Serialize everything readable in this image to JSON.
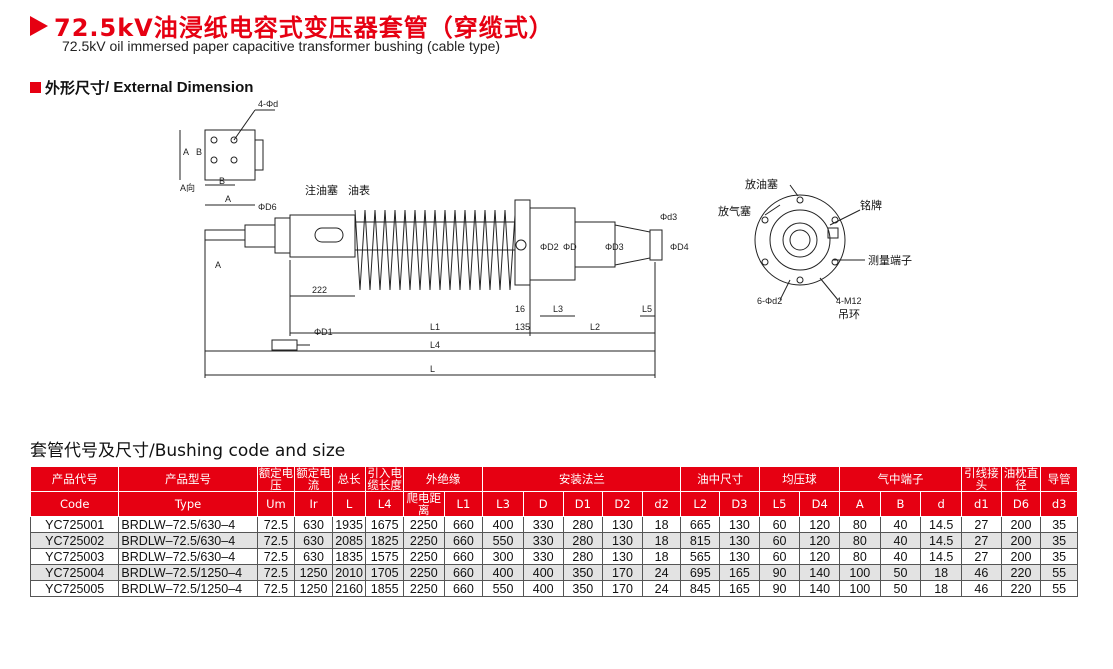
{
  "title": {
    "cn": "72.5kV油浸纸电容式变压器套管（穿缆式）",
    "en": "72.5kV oil immersed paper capacitive transformer bushing (cable type)"
  },
  "section1": {
    "cn": "外形尺寸",
    "en": "/ External Dimension"
  },
  "drawing": {
    "labels": {
      "oil_plug": "注油塞",
      "oil_gauge": "油表",
      "drain_plug": "放油塞",
      "vent_plug": "放气塞",
      "nameplate": "铭牌",
      "test_tap": "测量端子",
      "lifting_ring": "吊环",
      "view_a": "A向",
      "arrow_a": "A",
      "holes": "4-Φd",
      "holes2": "6-Φd2",
      "m12": "4-M12"
    },
    "dims": {
      "A": "A",
      "B": "B",
      "D6": "ΦD6",
      "D1": "ΦD1",
      "D2": "ΦD2",
      "D": "ΦD",
      "D3": "ΦD3",
      "D4": "ΦD4",
      "d3": "Φd3",
      "d222": "222",
      "L1": "L1",
      "L2": "L2",
      "L3": "L3",
      "L4": "L4",
      "L5": "L5",
      "L": "L",
      "d16": "16",
      "d135": "135"
    }
  },
  "section2": {
    "title": "套管代号及尺寸/Bushing code and size"
  },
  "table": {
    "header_cn": {
      "code": "产品代号",
      "type": "产品型号",
      "um": "额定电压",
      "ir": "额定电流",
      "l": "总长",
      "l4": "引入电缆长度",
      "ext": "外绝缘",
      "flange": "安装法兰",
      "oil": "油中尺寸",
      "ball": "均压球",
      "air": "气中端子",
      "d1": "引线接头",
      "d6": "油枕直径",
      "d3": "导管"
    },
    "header_en": [
      "Code",
      "Type",
      "Um",
      "Ir",
      "L",
      "L4",
      "爬电距离",
      "L1",
      "L3",
      "D",
      "D1",
      "D2",
      "d2",
      "L2",
      "D3",
      "L5",
      "D4",
      "A",
      "B",
      "d",
      "d1",
      "D6",
      "d3"
    ],
    "rows": [
      [
        "YC725001",
        "BRDLW–72.5/630–4",
        "72.5",
        "630",
        "1935",
        "1675",
        "2250",
        "660",
        "400",
        "330",
        "280",
        "130",
        "18",
        "665",
        "130",
        "60",
        "120",
        "80",
        "40",
        "14.5",
        "27",
        "200",
        "35"
      ],
      [
        "YC725002",
        "BRDLW–72.5/630–4",
        "72.5",
        "630",
        "2085",
        "1825",
        "2250",
        "660",
        "550",
        "330",
        "280",
        "130",
        "18",
        "815",
        "130",
        "60",
        "120",
        "80",
        "40",
        "14.5",
        "27",
        "200",
        "35"
      ],
      [
        "YC725003",
        "BRDLW–72.5/630–4",
        "72.5",
        "630",
        "1835",
        "1575",
        "2250",
        "660",
        "300",
        "330",
        "280",
        "130",
        "18",
        "565",
        "130",
        "60",
        "120",
        "80",
        "40",
        "14.5",
        "27",
        "200",
        "35"
      ],
      [
        "YC725004",
        "BRDLW–72.5/1250–4",
        "72.5",
        "1250",
        "2010",
        "1705",
        "2250",
        "660",
        "400",
        "400",
        "350",
        "170",
        "24",
        "695",
        "165",
        "90",
        "140",
        "100",
        "50",
        "18",
        "46",
        "220",
        "55"
      ],
      [
        "YC725005",
        "BRDLW–72.5/1250–4",
        "72.5",
        "1250",
        "2160",
        "1855",
        "2250",
        "660",
        "550",
        "400",
        "350",
        "170",
        "24",
        "845",
        "165",
        "90",
        "140",
        "100",
        "50",
        "18",
        "46",
        "220",
        "55"
      ]
    ]
  },
  "colors": {
    "accent": "#e60012",
    "row_alt": "#e3e3e3"
  }
}
